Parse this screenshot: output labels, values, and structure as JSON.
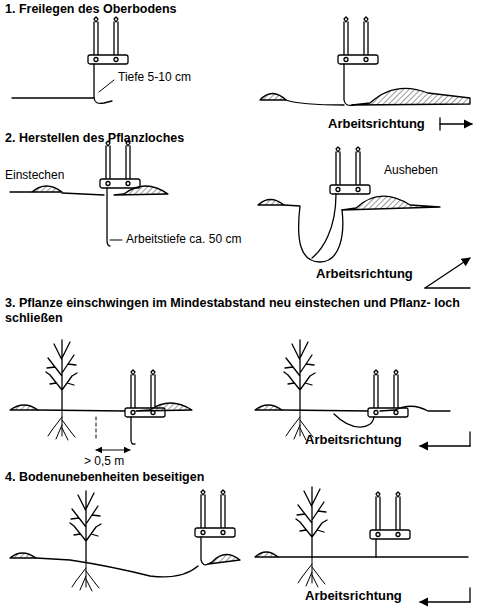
{
  "diagram": {
    "labels": [
      "1. Freilegen des Oberbodens",
      "Tiefe 5-10 cm",
      "Arbeitsrichtung",
      "2. Herstellen des Pflanzloches",
      "Einstechen",
      "Ausheben",
      "Arbeitstiefe ca. 50 cm",
      "Arbeitsrichtung",
      "3. Pflanze einschwingen im Mindestabstand neu einstechen und Pflanz- loch schließen",
      "> 0,5 m",
      "Arbeitsrichtung",
      "4. Bodenunebenheiten beseitigen",
      "Arbeitsrichtung"
    ]
  }
}
